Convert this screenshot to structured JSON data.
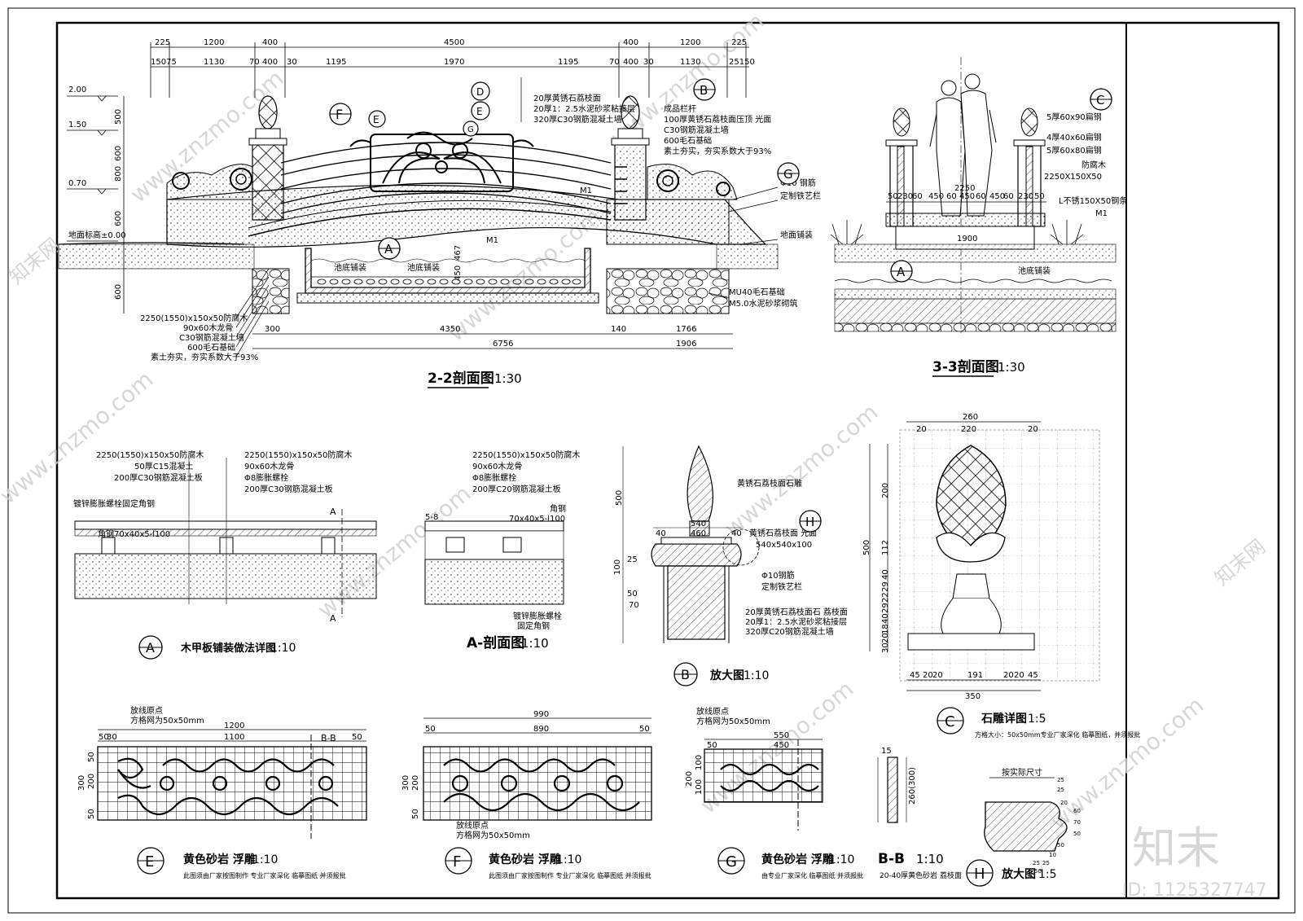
{
  "drawing": {
    "watermark_site": "www.znzmo.com",
    "watermark_cn": "知末网",
    "logo_text": "知末",
    "id_text": "ID: 1125327747"
  },
  "section_22": {
    "title": "2-2剖面图",
    "scale": "1:30",
    "dims_top1": [
      "225",
      "1200",
      "400",
      "4500",
      "400",
      "1200",
      "225"
    ],
    "dims_top2": [
      "15075",
      "1130",
      "70",
      "400",
      "30",
      "1195",
      "1970",
      "1195",
      "70",
      "400",
      "30",
      "1130",
      "25150"
    ],
    "levels": [
      "2.00",
      "1.50",
      "0.70",
      "地面标高±0.00"
    ],
    "left_vdims": [
      "500",
      "600",
      "800",
      "600",
      "600"
    ],
    "center_vdims": [
      "467",
      "450"
    ],
    "bottom_dims_row1": [
      "300",
      "4350",
      "140",
      "1766"
    ],
    "bottom_dims_row2": [
      "6756",
      "1906"
    ],
    "left_notes": [
      "2250(1550)x150x50防腐木",
      "90x60木龙骨",
      "C30钢筋混凝土墙",
      "600毛石基础",
      "素土夯实，夯实系数大于93%"
    ],
    "center_notes": [
      "20厚黄锈石荔枝面",
      "20厚1：2.5水泥砂浆粘接层",
      "320厚C30钢筋混凝土墙"
    ],
    "right_notes": [
      "成品栏杆",
      "100厚黄锈石荔枝面压顶 光面",
      "C30钢筋混凝土墙",
      "600毛石基础",
      "素土夯实，夯实系数大于93%"
    ],
    "right_notes2": [
      "Φ10 钢筋",
      "定制铁艺栏",
      "地面铺装"
    ],
    "bottom_right_notes": [
      "MU40毛石基础",
      "M5.0水泥砂浆砌筑"
    ],
    "inner_labels": [
      "池底铺装",
      "池底铺装"
    ],
    "tags": [
      "F",
      "E",
      "D",
      "E",
      "G",
      "B",
      "G",
      "A",
      "M1",
      "M1"
    ]
  },
  "section_33": {
    "title": "3-3剖面图",
    "scale": "1:30",
    "notes": [
      "5厚60x90扁钢",
      "4厚40x60扁钢",
      "5厚60x80扁钢",
      "防腐木",
      "2250X150X50",
      "L不锈150X50钢条",
      "M1"
    ],
    "dims": [
      "2250",
      "50",
      "230",
      "60",
      "450",
      "60",
      "450",
      "60",
      "450",
      "60",
      "230",
      "50",
      "1900"
    ],
    "labels": [
      "池底铺装"
    ],
    "tag_c": "C",
    "tag_a": "A"
  },
  "detail_a": {
    "tag": "A",
    "title": "木甲板铺装做法详图",
    "scale": "1:10",
    "notes_left": [
      "2250(1550)x150x50防腐木",
      "50厚C15混凝土",
      "200厚C30钢筋混凝土板"
    ],
    "notes_right": [
      "2250(1550)x150x50防腐木",
      "90x60木龙骨",
      "Φ8膨胀螺栓",
      "200厚C30钢筋混凝土板"
    ],
    "bolt_label": "镀锌膨胀螺栓固定角钢",
    "angle_label": "角钢70x40x5-l100",
    "cut": "A"
  },
  "detail_a_sec": {
    "title": "A-剖面图",
    "scale": "1:10",
    "notes": [
      "2250(1550)x150x50防腐木",
      "90x60木龙骨",
      "Φ8膨胀螺栓",
      "200厚C20钢筋混凝土板"
    ],
    "steel": "角钢",
    "angle": "70x40x5-l100",
    "gap": "5-8",
    "bottom": [
      "镀锌膨胀螺栓",
      "固定角钢"
    ]
  },
  "detail_b": {
    "tag": "B",
    "title": "放大图",
    "scale": "1:10",
    "dims": [
      "500",
      "540",
      "460",
      "40",
      "40",
      "100",
      "25",
      "50",
      "70"
    ],
    "notes": [
      "黄锈石荔枝面石雕",
      "黄锈石荔枝面 光面",
      "540x540x100",
      "Φ10钢筋",
      "定制铁艺栏",
      "20厚黄锈石荔枝面石 荔枝面",
      "20厚1：2.5水泥砂浆粘接层",
      "320厚C20钢筋混凝土墙"
    ],
    "sub_tag": "H"
  },
  "detail_c": {
    "tag": "C",
    "title": "石雕详图",
    "scale": "1:5",
    "note": "方格大小：50x50mm专业厂家深化 临摹图纸，并须报批",
    "dims_top": [
      "260",
      "20",
      "220",
      "20"
    ],
    "dims_left": [
      "500",
      "200",
      "112",
      "40",
      "29",
      "22",
      "29",
      "40",
      "18",
      "20",
      "30"
    ],
    "dims_bottom": [
      "45",
      "20",
      "20",
      "191",
      "20",
      "20",
      "45",
      "350"
    ]
  },
  "detail_e": {
    "tag": "E",
    "title": "黄色砂岩 浮雕",
    "scale": "1:10",
    "note": "此图须由厂家按图制作 专业厂家深化 临摹图纸 并须报批",
    "grid_note": [
      "放线原点",
      "方格网为50x50mm"
    ],
    "dims": [
      "1200",
      "1100",
      "50",
      "50",
      "30",
      "300",
      "50",
      "200",
      "50"
    ]
  },
  "detail_f": {
    "tag": "F",
    "title": "黄色砂岩 浮雕",
    "scale": "1:10",
    "note": "此图须由厂家按图制作 专业厂家深化 临摹图纸 并须报批",
    "grid_note": [
      "放线原点",
      "方格网为50x50mm"
    ],
    "dims": [
      "990",
      "890",
      "50",
      "50",
      "300",
      "200",
      "50"
    ]
  },
  "detail_g": {
    "tag": "G",
    "title": "黄色砂岩 浮雕",
    "scale": "1:10",
    "note": "由专业厂家深化 临摹图纸 并须报批",
    "grid_note": [
      "放线原点",
      "方格网为50x50mm"
    ],
    "dims": [
      "550",
      "450",
      "50",
      "200",
      "100",
      "100"
    ]
  },
  "detail_bb": {
    "title": "B-B",
    "scale": "1:10",
    "note": "20-40厚黄色砂岩 荔枝面",
    "dims": [
      "15",
      "260(300)"
    ]
  },
  "detail_h": {
    "tag": "H",
    "title": "放大图",
    "scale": "1:5",
    "label": "按实际尺寸",
    "dims": [
      "25",
      "25",
      "20",
      "60",
      "70",
      "50",
      "50",
      "10",
      "25",
      "25",
      "50"
    ]
  }
}
